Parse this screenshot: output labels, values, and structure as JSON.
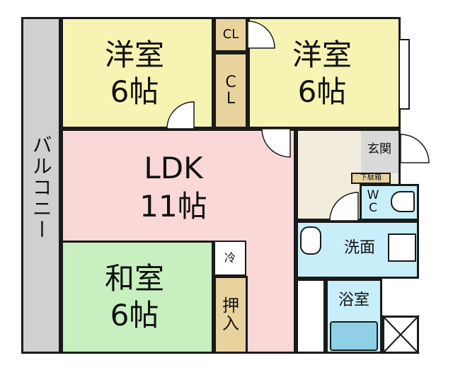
{
  "rooms": {
    "western_left": {
      "name": "洋室",
      "size": "6帖"
    },
    "western_right": {
      "name": "洋室",
      "size": "6帖"
    },
    "ldk": {
      "name": "LDK",
      "size": "11帖"
    },
    "japanese": {
      "name": "和室",
      "size": "6帖"
    },
    "closet_top": "CL",
    "closet_side": "C\nL",
    "entrance": "玄関",
    "shoe_box": "下駄箱",
    "wc": "W\nC",
    "washroom": "洗面",
    "bathroom": "浴室",
    "fridge": "冷",
    "oshiire": "押\n入",
    "balcony": "バルコニー"
  },
  "colors": {
    "western": "#f7f3b2",
    "ldk": "#fad8d8",
    "japanese": "#c8efc0",
    "closet": "#e9d39d",
    "entrance": "#f2ecdc",
    "water": "#c8eef9",
    "balcony": "#d0d0d0",
    "wall": "#1a1a1a"
  }
}
